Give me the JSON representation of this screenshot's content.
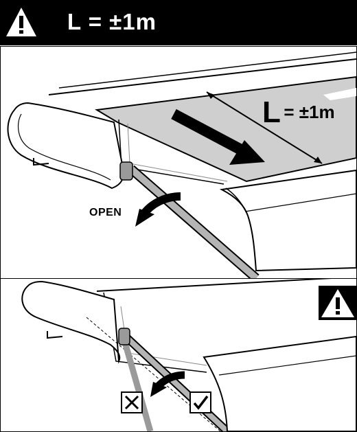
{
  "header": {
    "title": "L = ±1m",
    "icon": "warning-triangle-icon"
  },
  "panel_top": {
    "open_label": "OPEN",
    "measure_letter": "L",
    "measure_value": "= ±1m",
    "arrows": [
      "pull-direction-arrow-icon",
      "rotate-open-arrow-icon"
    ]
  },
  "panel_bottom": {
    "warning_icon": "warning-triangle-icon",
    "wrong_mark": "cross-mark-icon",
    "right_mark": "check-mark-icon",
    "arrow": "rotate-arrow-icon"
  },
  "colors": {
    "ink": "#000000",
    "fabric": "#cfcfcf",
    "crank": "#b4b4b4",
    "housing": "#ffffff"
  }
}
